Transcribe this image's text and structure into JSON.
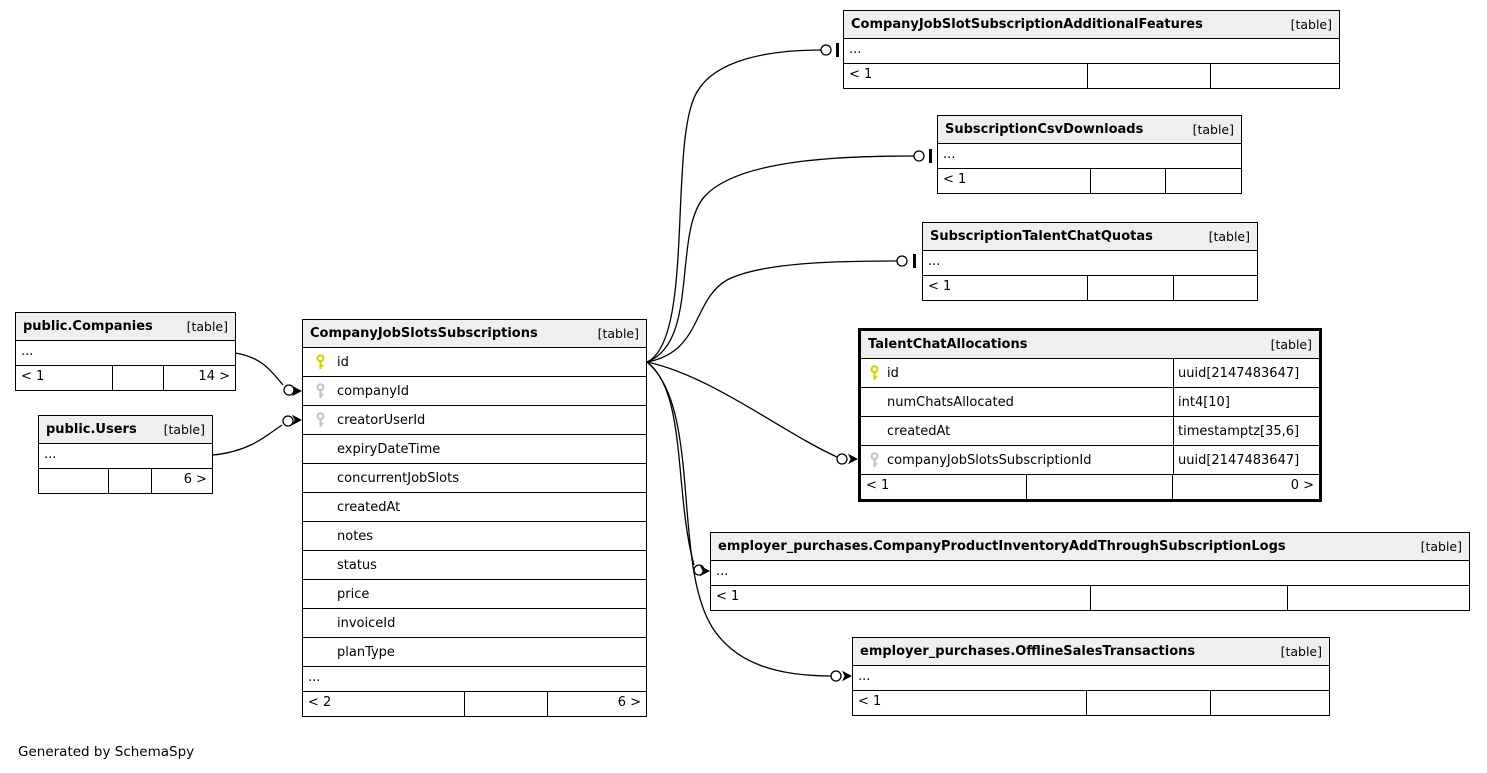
{
  "diagram": {
    "credit": "Generated by SchemaSpy",
    "more_indicator": "...",
    "colors": {
      "primary_key": "#d4d400",
      "foreign_key": "#c4c4c4",
      "header_bg": "#efefef",
      "line": "#000000"
    }
  },
  "tables": [
    {
      "name": "public.Companies",
      "tag": "[table]",
      "more": "...",
      "footer": [
        "< 1",
        "",
        "14 >"
      ]
    },
    {
      "name": "public.Users",
      "tag": "[table]",
      "more": "...",
      "footer": [
        "",
        "",
        "6 >"
      ]
    },
    {
      "name": "CompanyJobSlotsSubscriptions",
      "tag": "[table]",
      "columns": [
        {
          "name": "id",
          "key": "pk"
        },
        {
          "name": "companyId",
          "key": "fk"
        },
        {
          "name": "creatorUserId",
          "key": "fk"
        },
        {
          "name": "expiryDateTime",
          "key": ""
        },
        {
          "name": "concurrentJobSlots",
          "key": ""
        },
        {
          "name": "createdAt",
          "key": ""
        },
        {
          "name": "notes",
          "key": ""
        },
        {
          "name": "status",
          "key": ""
        },
        {
          "name": "price",
          "key": ""
        },
        {
          "name": "invoiceId",
          "key": ""
        },
        {
          "name": "planType",
          "key": ""
        }
      ],
      "more": "...",
      "footer": [
        "< 2",
        "",
        "6 >"
      ]
    },
    {
      "name": "CompanyJobSlotSubscriptionAdditionalFeatures",
      "tag": "[table]",
      "more": "...",
      "footer": [
        "< 1",
        "",
        ""
      ]
    },
    {
      "name": "SubscriptionCsvDownloads",
      "tag": "[table]",
      "more": "...",
      "footer": [
        "< 1",
        "",
        ""
      ]
    },
    {
      "name": "SubscriptionTalentChatQuotas",
      "tag": "[table]",
      "more": "...",
      "footer": [
        "< 1",
        "",
        ""
      ]
    },
    {
      "name": "TalentChatAllocations",
      "tag": "[table]",
      "columns": [
        {
          "name": "id",
          "key": "pk",
          "type": "uuid[2147483647]"
        },
        {
          "name": "numChatsAllocated",
          "key": "",
          "type": "int4[10]"
        },
        {
          "name": "createdAt",
          "key": "",
          "type": "timestamptz[35,6]"
        },
        {
          "name": "companyJobSlotsSubscriptionId",
          "key": "fk",
          "type": "uuid[2147483647]"
        }
      ],
      "footer": [
        "< 1",
        "",
        "0 >"
      ]
    },
    {
      "name": "employer_purchases.CompanyProductInventoryAddThroughSubscriptionLogs",
      "tag": "[table]",
      "more": "...",
      "footer": [
        "< 1",
        "",
        ""
      ]
    },
    {
      "name": "employer_purchases.OfflineSalesTransactions",
      "tag": "[table]",
      "more": "...",
      "footer": [
        "< 1",
        "",
        ""
      ]
    }
  ]
}
